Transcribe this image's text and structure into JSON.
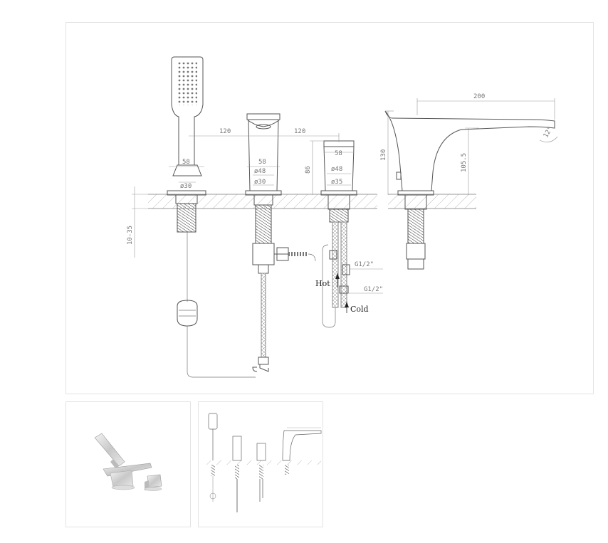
{
  "dimensions": {
    "d120a": "120",
    "d120b": "120",
    "d200": "200",
    "d58a": "58",
    "d58b": "58",
    "d58c": "58",
    "d30a": "ø30",
    "d48a": "ø48",
    "d30b": "ø30",
    "d48b": "ø48",
    "d35": "ø35",
    "d86": "86",
    "d130": "130",
    "d105": "105.5",
    "d1035": "10-35",
    "angle": "12°",
    "g12a": "G1/2\"",
    "g12b": "G1/2\""
  },
  "labels": {
    "hot": "Hot",
    "cold": "Cold"
  },
  "colors": {
    "line": "#555555",
    "dim": "#777777",
    "border": "#e3e3e3"
  }
}
